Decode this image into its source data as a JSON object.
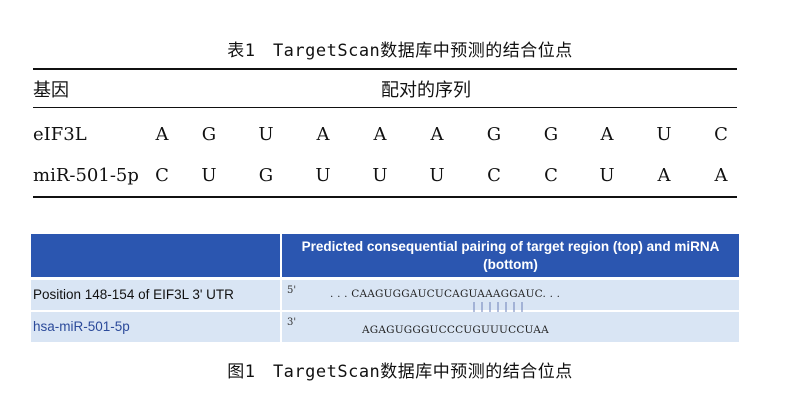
{
  "table_title": "表1　TargetScan数据库中预测的结合位点",
  "table": {
    "headers": {
      "gene": "基因",
      "sequence": "配对的序列"
    },
    "rows": [
      {
        "name": "eIF3L",
        "nucleotides": [
          "A",
          "G",
          "U",
          "A",
          "A",
          "A",
          "G",
          "G",
          "A",
          "U",
          "C"
        ]
      },
      {
        "name": "miR-501-5p",
        "nucleotides": [
          "C",
          "U",
          "G",
          "U",
          "U",
          "U",
          "C",
          "C",
          "U",
          "A",
          "A"
        ]
      }
    ]
  },
  "figure": {
    "header": "Predicted consequential pairing of target region (top) and miRNA (bottom)",
    "row1_label": "Position 148-154 of EIF3L 3' UTR",
    "row1_prime": "5'",
    "row1_seq": ". . . CAAGUGGAUCUCAGUAAAGGAUC. . .",
    "row2_label": "hsa-miR-501-5p",
    "row2_prime": "3'",
    "row2_seq": "AGAGUGGGUCCCUGUUUCCUAA",
    "colors": {
      "header": "#2b56b0",
      "row": "#d9e5f4"
    }
  },
  "figure_caption": "图1　TargetScan数据库中预测的结合位点"
}
